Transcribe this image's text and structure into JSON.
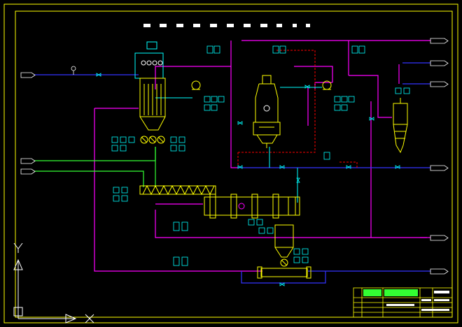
{
  "drawing": {
    "header_text": "",
    "title_block": {
      "rows": [],
      "sheet_label": ""
    }
  },
  "colors": {
    "background": "#000000",
    "frame": "#ffff00",
    "equipment": "#ffff00",
    "pipe_magenta": "#ff00ff",
    "pipe_blue": "#3333ff",
    "pipe_green": "#33ff33",
    "pipe_red": "#ff0000",
    "pipe_cyan": "#00ffff",
    "instrument": "#00ffff",
    "text": "#ffffff"
  },
  "equipment": [
    {
      "id": "bag-filter",
      "label": ""
    },
    {
      "id": "reactor-furnace",
      "label": ""
    },
    {
      "id": "cyclone",
      "label": ""
    },
    {
      "id": "screw-conveyor",
      "label": ""
    },
    {
      "id": "rotary-kiln",
      "label": ""
    },
    {
      "id": "cooling-hopper",
      "label": ""
    },
    {
      "id": "bottom-conveyor",
      "label": ""
    }
  ],
  "icons": [
    "ucs-axis-icon",
    "pump-icon",
    "valve-icon",
    "instrument-icon",
    "offpage-arrow-icon"
  ]
}
